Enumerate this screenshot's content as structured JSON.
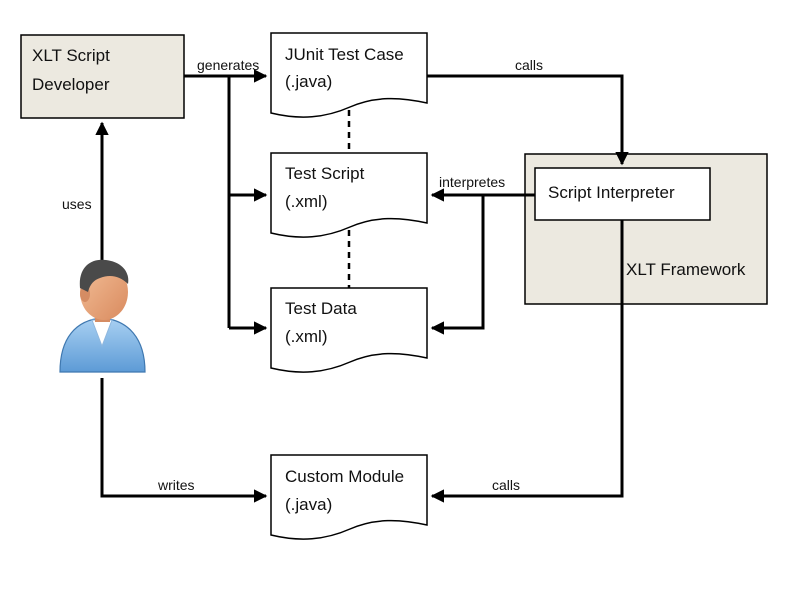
{
  "nodes": {
    "developer": {
      "line1": "XLT Script",
      "line2": "Developer"
    },
    "junit": {
      "line1": "JUnit Test Case",
      "line2": "(.java)"
    },
    "test_script": {
      "line1": "Test Script",
      "line2": "(.xml)"
    },
    "test_data": {
      "line1": "Test Data",
      "line2": "(.xml)"
    },
    "custom_module": {
      "line1": "Custom Module",
      "line2": "(.java)"
    },
    "framework": {
      "label": "XLT Framework"
    },
    "interpreter": {
      "label": "Script Interpreter"
    }
  },
  "edges": {
    "generates": "generates",
    "calls_top": "calls",
    "interpretes": "interpretes",
    "uses": "uses",
    "writes": "writes",
    "calls_bottom": "calls"
  },
  "icons": {
    "user": "user-icon"
  },
  "colors": {
    "framework_fill": "#ece9e0",
    "developer_fill": "#ece9e0",
    "line": "#000000",
    "user_shirt": "#7fb4e3",
    "user_skin": "#e8a37a",
    "user_hair": "#4a4a4a"
  }
}
